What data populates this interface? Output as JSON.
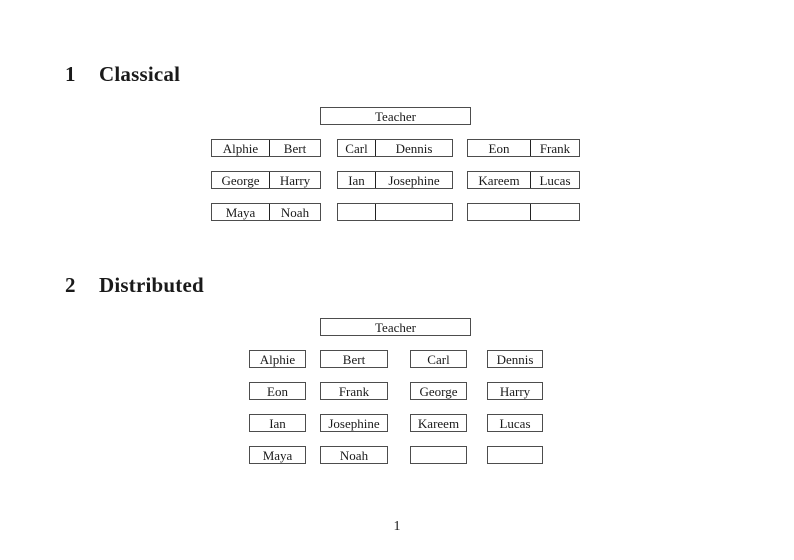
{
  "document": {
    "page_number": "1"
  },
  "colors": {
    "background": "#ffffff",
    "box_border": "#4d4d4d",
    "text": "#1a1a1a"
  },
  "sections": [
    {
      "heading_number": "1",
      "heading_title": "Classical",
      "teacher_label": "Teacher",
      "desks": [
        [
          [
            "Alphie",
            "Bert"
          ],
          [
            "Carl",
            "Dennis"
          ],
          [
            "Eon",
            "Frank"
          ]
        ],
        [
          [
            "George",
            "Harry"
          ],
          [
            "Ian",
            "Josephine"
          ],
          [
            "Kareem",
            "Lucas"
          ]
        ],
        [
          [
            "Maya",
            "Noah"
          ],
          [
            "",
            ""
          ],
          [
            "",
            ""
          ]
        ]
      ]
    },
    {
      "heading_number": "2",
      "heading_title": "Distributed",
      "teacher_label": "Teacher",
      "desks": [
        [
          "Alphie",
          "Bert",
          "Carl",
          "Dennis"
        ],
        [
          "Eon",
          "Frank",
          "George",
          "Harry"
        ],
        [
          "Ian",
          "Josephine",
          "Kareem",
          "Lucas"
        ],
        [
          "Maya",
          "Noah",
          "",
          ""
        ]
      ]
    }
  ]
}
